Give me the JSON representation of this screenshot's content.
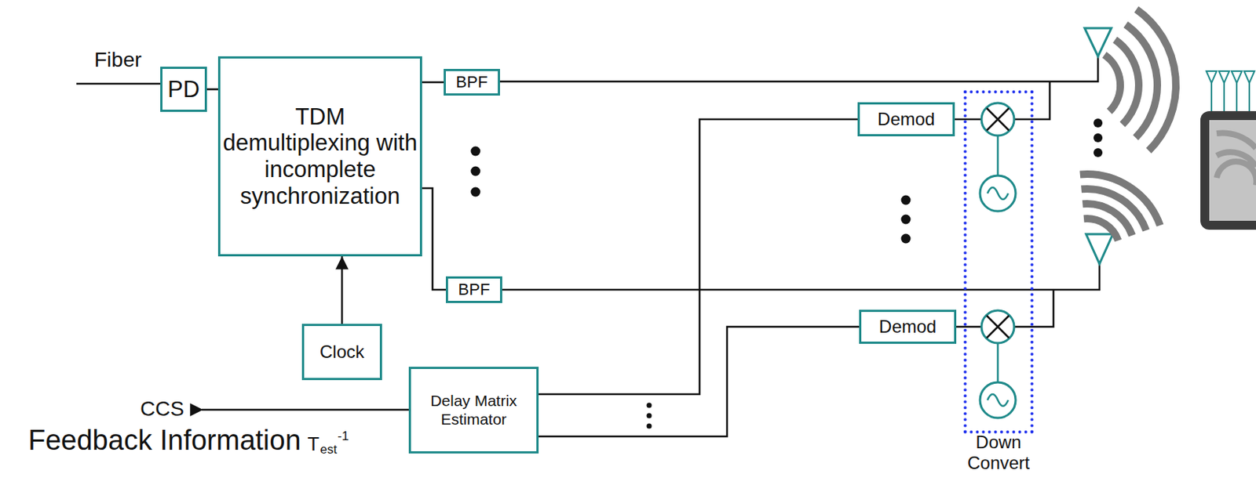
{
  "diagram": {
    "nodes": [
      {
        "text": [
          "PD"
        ]
      },
      {
        "text": [
          "TDM demultiplexing with incomplete synchronization"
        ]
      },
      {
        "text": [
          "BPF"
        ]
      },
      {
        "text": [
          "Demod"
        ]
      },
      {
        "text": [
          "Down Convert"
        ]
      },
      {
        "text": [
          "BPF"
        ]
      },
      {
        "text": [
          "Demod"
        ]
      },
      {
        "text": [
          "Clock"
        ]
      },
      {
        "text": [
          "Delay Matrix Estimator"
        ]
      }
    ],
    "edges": [
      {
        "from": 0,
        "to": 1,
        "arrow": "none"
      },
      {
        "from": 1,
        "to": 2,
        "arrow": "none"
      },
      {
        "from": 1,
        "to": 5,
        "arrow": "none"
      },
      {
        "from": 7,
        "to": 1,
        "arrow": "to"
      },
      {
        "from": 4,
        "to": 3,
        "arrow": "none"
      },
      {
        "from": 4,
        "to": 6,
        "arrow": "none"
      },
      {
        "from": 3,
        "to": 8,
        "arrow": "none"
      },
      {
        "from": 6,
        "to": 8,
        "arrow": "none"
      }
    ],
    "labels": [
      "Fiber",
      "CCS",
      "Feedback Information",
      "T",
      "est",
      "-1"
    ]
  }
}
